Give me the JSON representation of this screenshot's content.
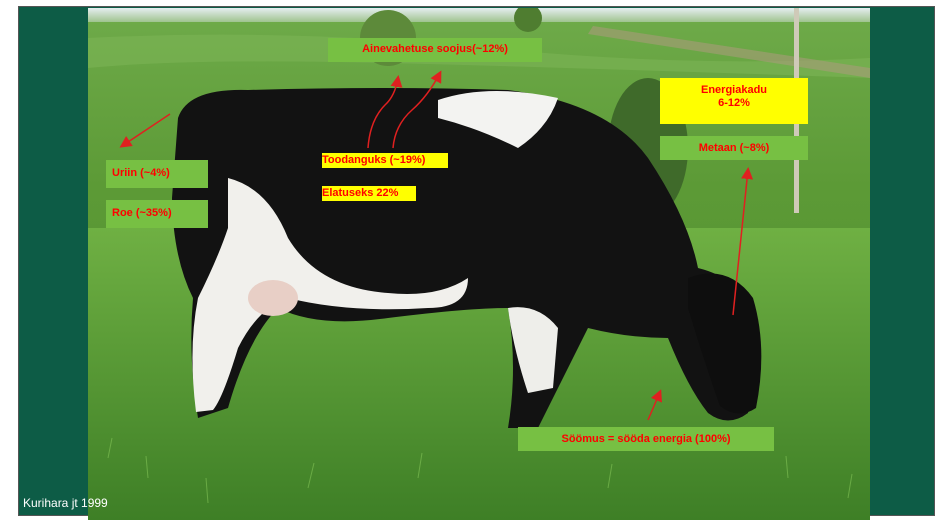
{
  "labels": {
    "metabolic_heat": "Ainevahetuse soojus(~12%)",
    "energy_loss_line1": "Energiakadu",
    "energy_loss_line2": "6-12%",
    "methane": "Metaan (~8%)",
    "urine": "Uriin (~4%)",
    "feces": "Roe (~35%)",
    "production": "Toodanguks (~19%)",
    "maintenance": "Elatuseks 22%",
    "intake": "Söömus = sööda energia (100%)"
  },
  "credit": "Kurihara jt 1999",
  "colors": {
    "background": "#0d5c46",
    "label_green": "#77c043",
    "label_yellow": "#ffff00",
    "label_text": "#ff0000",
    "arrow": "#e02020"
  }
}
